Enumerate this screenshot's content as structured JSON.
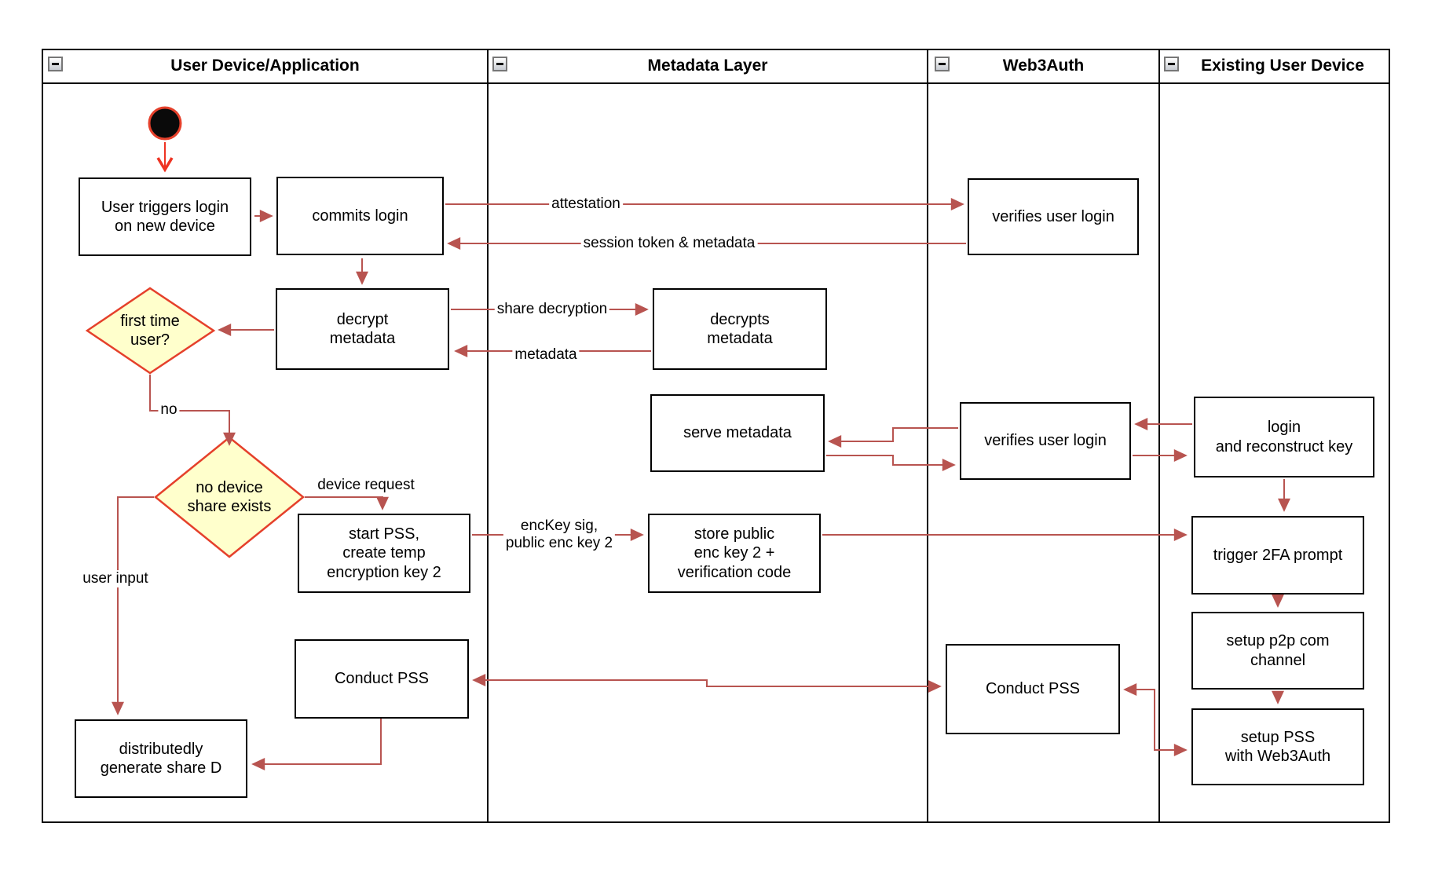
{
  "lanes": [
    {
      "title": "User Device/Application"
    },
    {
      "title": "Metadata Layer"
    },
    {
      "title": "Web3Auth"
    },
    {
      "title": "Existing User Device"
    }
  ],
  "nodes": {
    "user_triggers_login": {
      "label": "User triggers login\non new device"
    },
    "commits_login": {
      "label": "commits login"
    },
    "decrypt_metadata": {
      "label": "decrypt\nmetadata"
    },
    "first_time_user": {
      "label": "first time\nuser?"
    },
    "no_device_share": {
      "label": "no device\nshare exists"
    },
    "start_pss": {
      "label": "start PSS,\ncreate temp\nencryption key 2"
    },
    "conduct_pss_user": {
      "label": "Conduct PSS"
    },
    "distributedly_generate": {
      "label": "distributedly\ngenerate share D"
    },
    "decrypts_metadata": {
      "label": "decrypts\nmetadata"
    },
    "serve_metadata": {
      "label": "serve metadata"
    },
    "store_public_enc": {
      "label": "store public\nenc key 2 +\nverification code"
    },
    "verifies_user_login_top": {
      "label": "verifies user login"
    },
    "verifies_user_login_mid": {
      "label": "verifies user login"
    },
    "conduct_pss_web3auth": {
      "label": "Conduct PSS"
    },
    "login_reconstruct": {
      "label": "login\nand reconstruct key"
    },
    "trigger_2fa": {
      "label": "trigger 2FA prompt"
    },
    "setup_p2p": {
      "label": "setup p2p com\nchannel"
    },
    "setup_pss_web3auth": {
      "label": "setup PSS\nwith Web3Auth"
    }
  },
  "edge_labels": {
    "attestation": "attestation",
    "session_token": "session token & metadata",
    "share_decryption": "share decryption",
    "metadata": "metadata",
    "no": "no",
    "device_request": "device request",
    "user_input": "user input",
    "enckey_sig": "encKey sig,\npublic enc key 2"
  },
  "colors": {
    "edge": "#B85450",
    "start_accent": "#EE3322",
    "diamond_fill": "#FFFFCC",
    "diamond_stroke": "#E5402B",
    "shape_border": "#000000"
  }
}
